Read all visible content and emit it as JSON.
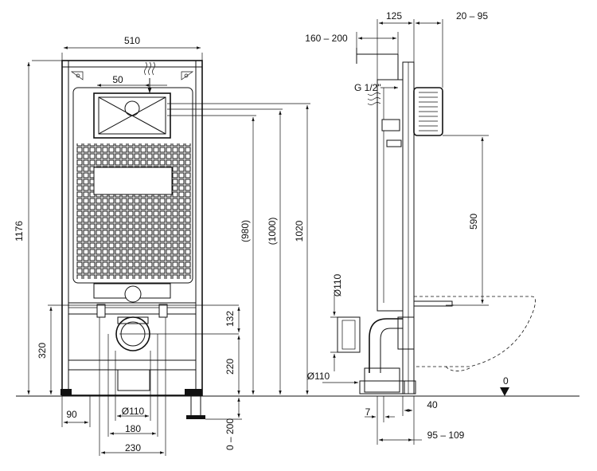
{
  "front_view": {
    "width_total": "510",
    "width_small": "50",
    "height_total": "1176",
    "height_980": "(980)",
    "height_1000": "(1000)",
    "height_1020": "1020",
    "height_132": "132",
    "height_220": "220",
    "height_range": "0 – 200",
    "height_320": "320",
    "bottom_90": "90",
    "bottom_d110": "Ø110",
    "bottom_180": "180",
    "bottom_230": "230"
  },
  "side_view": {
    "top_125": "125",
    "top_20_95": "20 – 95",
    "top_160_200": "160 – 200",
    "inlet_label": "G 1/2\"",
    "height_590": "590",
    "pipe_d110_upper": "Ø110",
    "pipe_d110_lower": "Ø110",
    "floor_zero": "0",
    "bottom_7": "7",
    "bottom_40": "40",
    "bottom_95_109": "95 – 109"
  }
}
